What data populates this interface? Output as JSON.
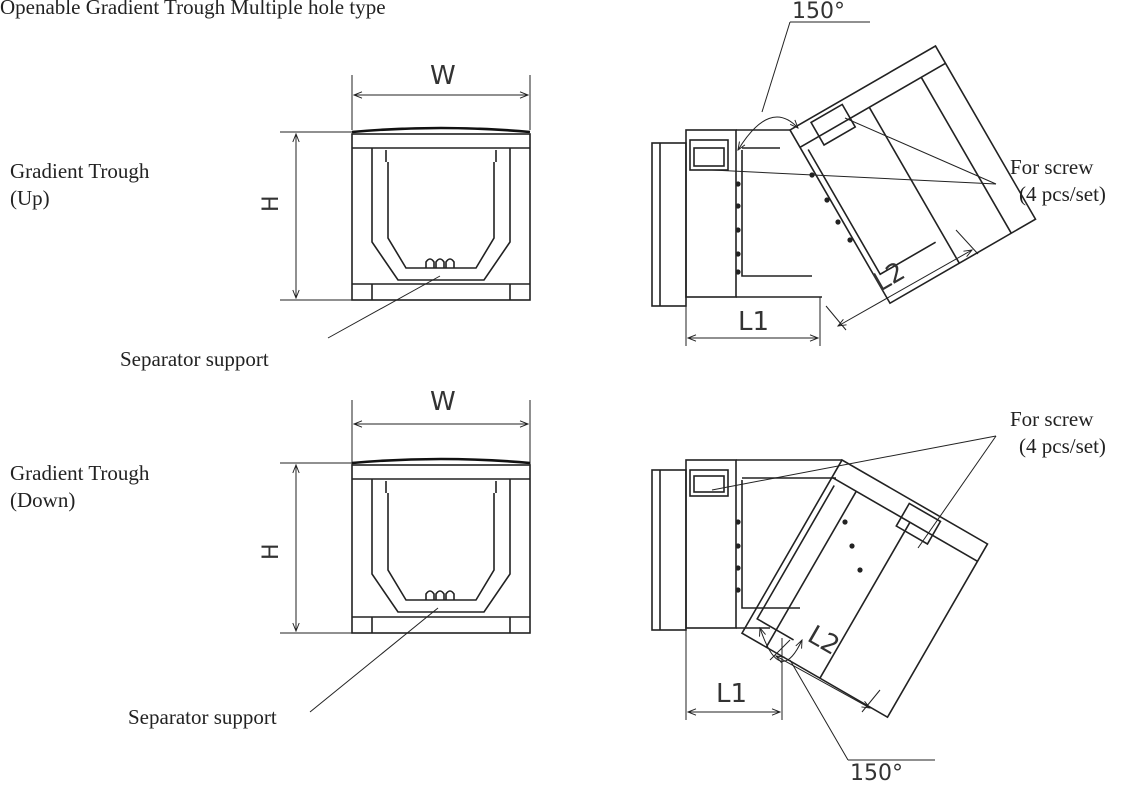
{
  "caption": "Openable Gradient Trough Multiple hole type",
  "views": {
    "up": {
      "title_line1": "Gradient  Trough",
      "title_line2": "(Up)",
      "separator_label": "Separator support",
      "screw_label_line1": "For screw",
      "screw_label_line2": "(4 pcs/set)",
      "dim_width": "W",
      "dim_height": "H",
      "dim_l1": "L1",
      "dim_l2": "L2",
      "angle": "150°"
    },
    "down": {
      "title_line1": "Gradient Trough",
      "title_line2": "(Down)",
      "separator_label": "Separator support",
      "screw_label_line1": "For screw",
      "screw_label_line2": "(4 pcs/set)",
      "dim_width": "W",
      "dim_height": "H",
      "dim_l1": "L1",
      "dim_l2": "L2",
      "angle": "150°"
    }
  }
}
